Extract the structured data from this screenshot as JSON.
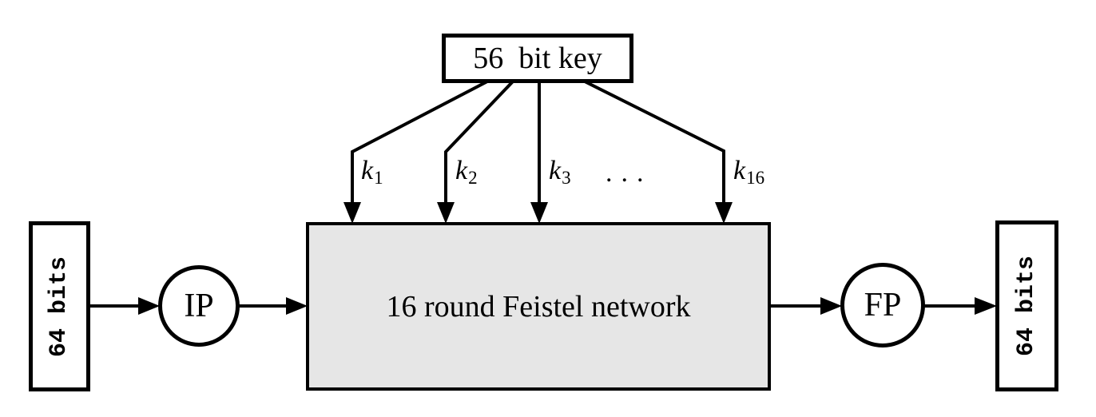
{
  "colors": {
    "line": "#000000",
    "feistel_fill": "#e6e6e6",
    "background": "#ffffff"
  },
  "key_box": {
    "label": "56  bit key"
  },
  "round_keys": {
    "items": [
      {
        "base": "k",
        "sub": "1"
      },
      {
        "base": "k",
        "sub": "2"
      },
      {
        "base": "k",
        "sub": "3"
      },
      {
        "base": "k",
        "sub": "16"
      }
    ],
    "ellipsis": "..."
  },
  "feistel_box": {
    "label": "16 round Feistel network"
  },
  "input_box": {
    "label": "64 bits"
  },
  "output_box": {
    "label": "64 bits"
  },
  "ip_node": {
    "label": "IP"
  },
  "fp_node": {
    "label": "FP"
  }
}
